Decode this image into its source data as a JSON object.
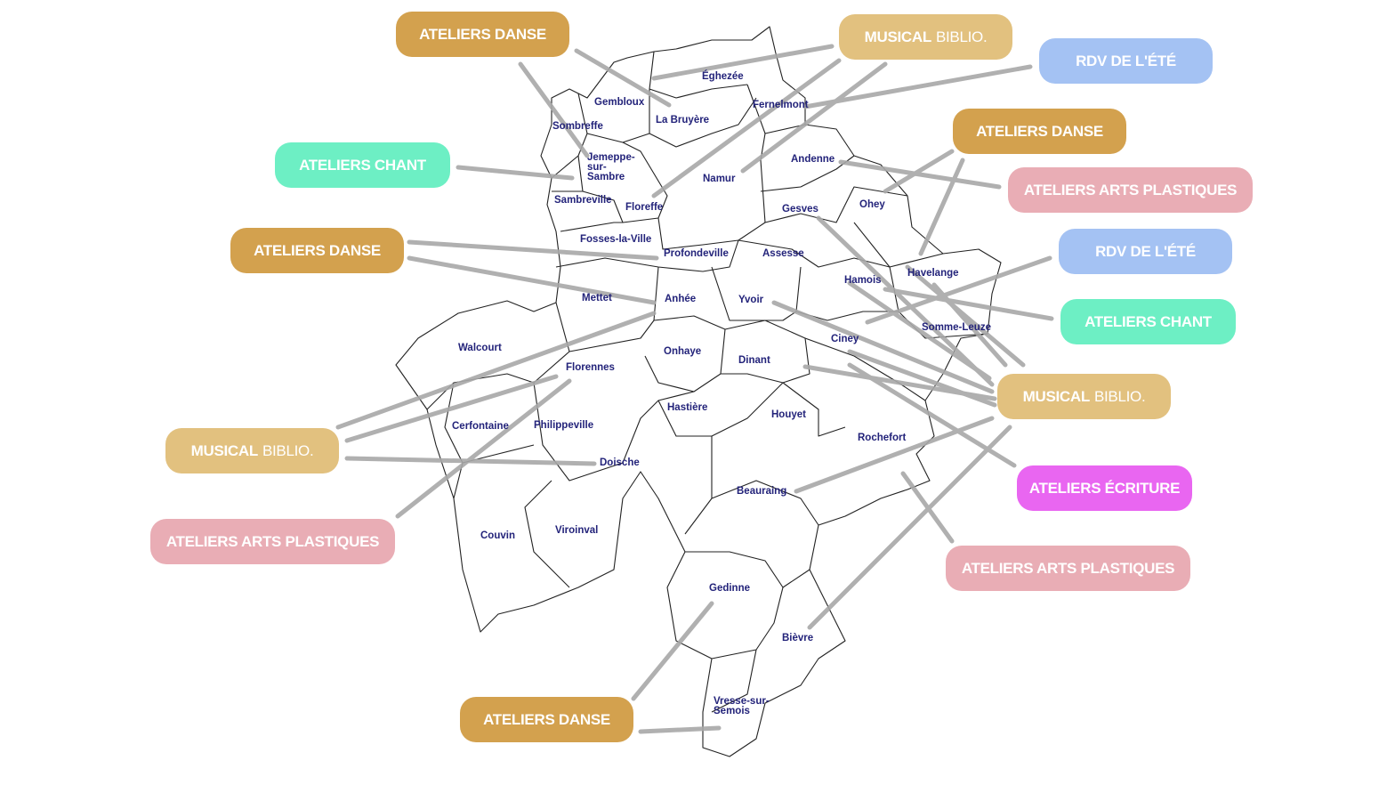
{
  "colors": {
    "danse": "#d3a14e",
    "musical": "#e2c17f",
    "rdv": "#a4c2f3",
    "chant": "#6defc4",
    "arts": "#e9adb5",
    "ecriture": "#e966f1",
    "connector": "#a8a8a8",
    "town_text": "#23237a"
  },
  "towns": [
    "Éghezée",
    "Gembloux",
    "La Bruyère",
    "Fernelmont",
    "Sombreffe",
    "Jemeppe-\nsur-\nSambre",
    "Namur",
    "Andenne",
    "Sambreville",
    "Floreffe",
    "Ohey",
    "Gesves",
    "Fosses-la-Ville",
    "Profondeville",
    "Assesse",
    "Havelange",
    "Hamois",
    "Mettet",
    "Anhée",
    "Yvoir",
    "Somme-Leuze",
    "Ciney",
    "Walcourt",
    "Onhaye",
    "Florennes",
    "Dinant",
    "Hastière",
    "Houyet",
    "Cerfontaine",
    "Philippeville",
    "Rochefort",
    "Doische",
    "Beauraing",
    "Couvin",
    "Viroinval",
    "Gedinne",
    "Bièvre",
    "Vresse-sur-\nSemois"
  ],
  "labels": [
    {
      "bold": "ATELIERS DANSE",
      "light": "",
      "type": "danse"
    },
    {
      "bold": "MUSICAL",
      "light": "BIBLIO.",
      "type": "musical"
    },
    {
      "bold": "RDV DE L'ÉTÉ",
      "light": "",
      "type": "rdv"
    },
    {
      "bold": "ATELIERS DANSE",
      "light": "",
      "type": "danse"
    },
    {
      "bold": "ATELIERS ARTS PLASTIQUES",
      "light": "",
      "type": "arts"
    },
    {
      "bold": "RDV DE L'ÉTÉ",
      "light": "",
      "type": "rdv"
    },
    {
      "bold": "ATELIERS CHANT",
      "light": "",
      "type": "chant"
    },
    {
      "bold": "MUSICAL",
      "light": "BIBLIO.",
      "type": "musical"
    },
    {
      "bold": "ATELIERS ÉCRITURE",
      "light": "",
      "type": "ecriture"
    },
    {
      "bold": "ATELIERS ARTS PLASTIQUES",
      "light": "",
      "type": "arts"
    },
    {
      "bold": "ATELIERS DANSE",
      "light": "",
      "type": "danse"
    },
    {
      "bold": "ATELIERS ARTS PLASTIQUES",
      "light": "",
      "type": "arts"
    },
    {
      "bold": "MUSICAL",
      "light": "BIBLIO.",
      "type": "musical"
    },
    {
      "bold": "ATELIERS DANSE",
      "light": "",
      "type": "danse"
    },
    {
      "bold": "ATELIERS CHANT",
      "light": "",
      "type": "chant"
    }
  ]
}
